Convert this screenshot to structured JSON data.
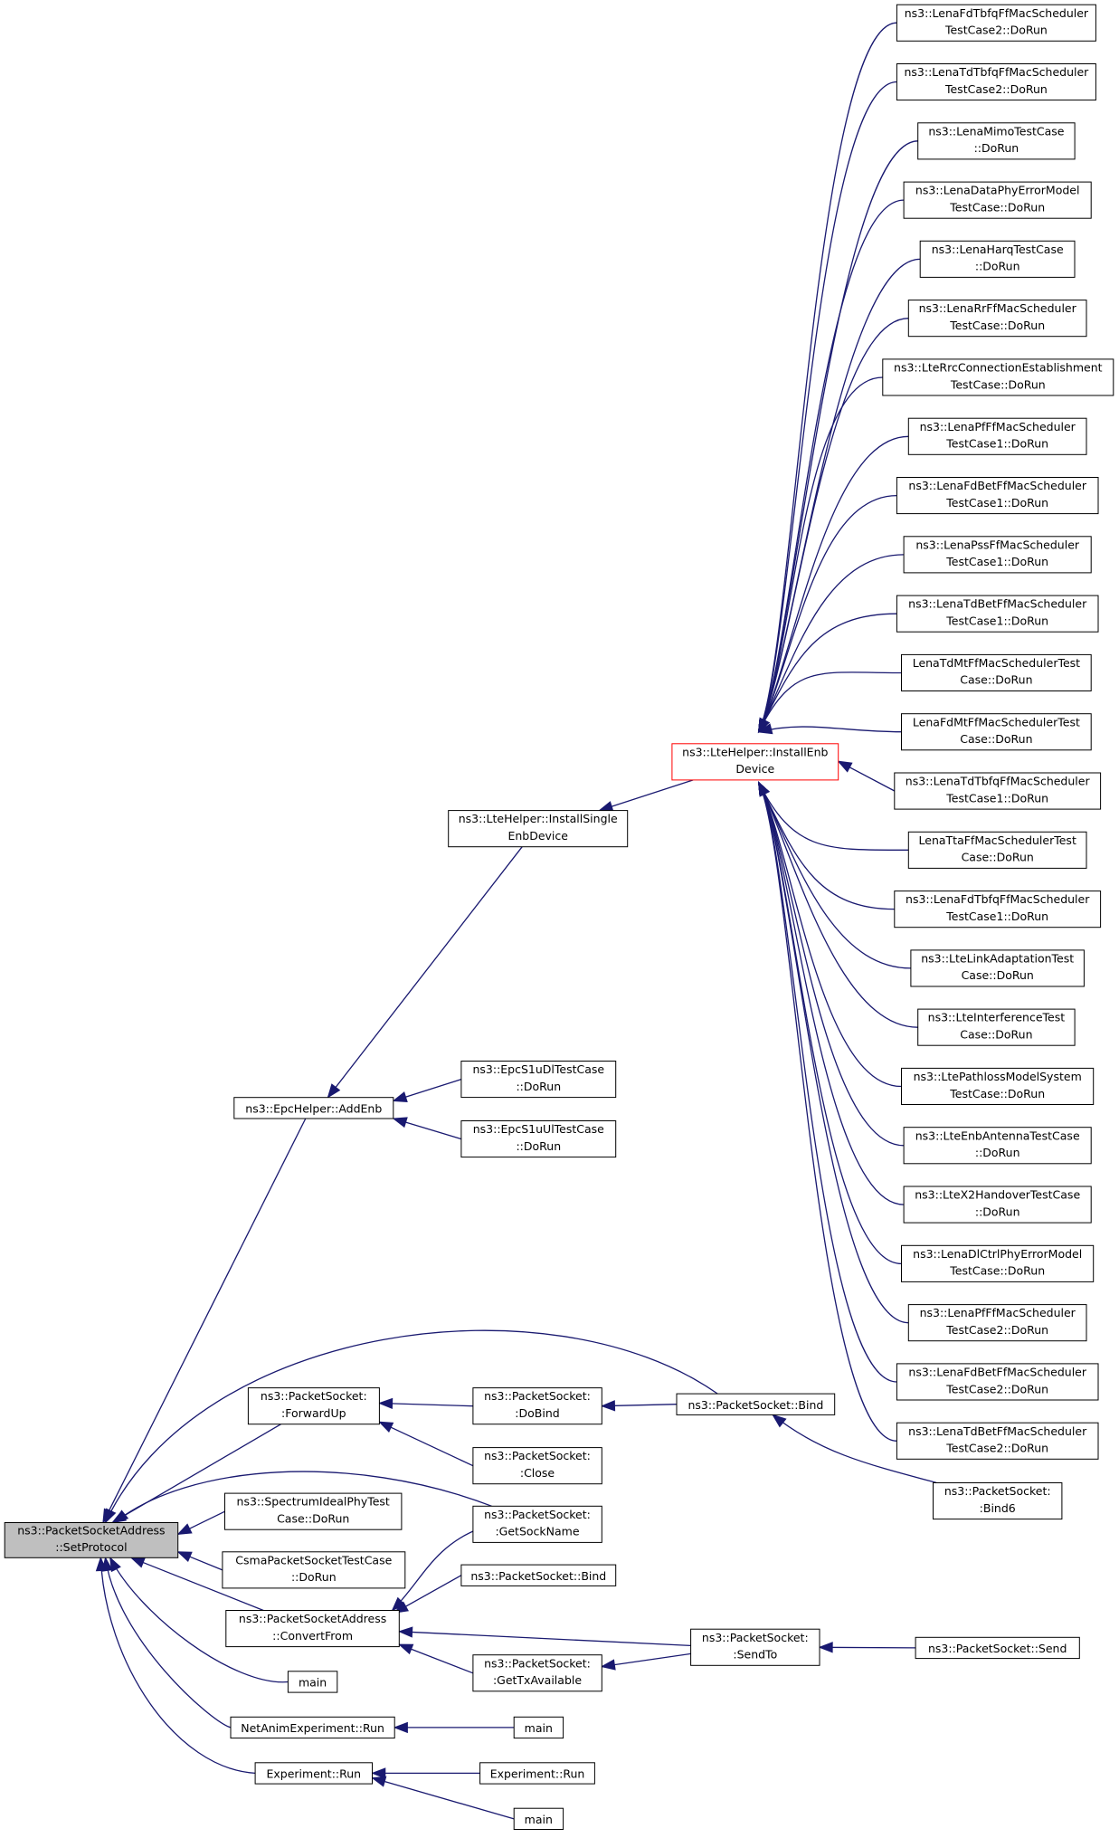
{
  "nodes": {
    "root": [
      "ns3::PacketSocketAddress",
      "::SetProtocol"
    ],
    "epc_addenb": [
      "ns3::EpcHelper::AddEnb"
    ],
    "install_single": [
      "ns3::LteHelper::InstallSingle",
      "EnbDevice"
    ],
    "install_enb": [
      "ns3::LteHelper::InstallEnb",
      "Device"
    ],
    "epc_dl": [
      "ns3::EpcS1uDlTestCase",
      "::DoRun"
    ],
    "epc_ul": [
      "ns3::EpcS1uUlTestCase",
      "::DoRun"
    ],
    "t1": [
      "ns3::LenaFdTbfqFfMacScheduler",
      "TestCase2::DoRun"
    ],
    "t2": [
      "ns3::LenaTdTbfqFfMacScheduler",
      "TestCase2::DoRun"
    ],
    "t3": [
      "ns3::LenaMimoTestCase",
      "::DoRun"
    ],
    "t4": [
      "ns3::LenaDataPhyErrorModel",
      "TestCase::DoRun"
    ],
    "t5": [
      "ns3::LenaHarqTestCase",
      "::DoRun"
    ],
    "t6": [
      "ns3::LenaRrFfMacScheduler",
      "TestCase::DoRun"
    ],
    "t7": [
      "ns3::LteRrcConnectionEstablishment",
      "TestCase::DoRun"
    ],
    "t8": [
      "ns3::LenaPfFfMacScheduler",
      "TestCase1::DoRun"
    ],
    "t9": [
      "ns3::LenaFdBetFfMacScheduler",
      "TestCase1::DoRun"
    ],
    "t10": [
      "ns3::LenaPssFfMacScheduler",
      "TestCase1::DoRun"
    ],
    "t11": [
      "ns3::LenaTdBetFfMacScheduler",
      "TestCase1::DoRun"
    ],
    "t12": [
      "LenaTdMtFfMacSchedulerTest",
      "Case::DoRun"
    ],
    "t13": [
      "LenaFdMtFfMacSchedulerTest",
      "Case::DoRun"
    ],
    "t14": [
      "ns3::LenaTdTbfqFfMacScheduler",
      "TestCase1::DoRun"
    ],
    "t15": [
      "LenaTtaFfMacSchedulerTest",
      "Case::DoRun"
    ],
    "t16": [
      "ns3::LenaFdTbfqFfMacScheduler",
      "TestCase1::DoRun"
    ],
    "t17": [
      "ns3::LteLinkAdaptationTest",
      "Case::DoRun"
    ],
    "t18": [
      "ns3::LteInterferenceTest",
      "Case::DoRun"
    ],
    "t19": [
      "ns3::LtePathlossModelSystem",
      "TestCase::DoRun"
    ],
    "t20": [
      "ns3::LteEnbAntennaTestCase",
      "::DoRun"
    ],
    "t21": [
      "ns3::LteX2HandoverTestCase",
      "::DoRun"
    ],
    "t22": [
      "ns3::LenaDlCtrlPhyErrorModel",
      "TestCase::DoRun"
    ],
    "t23": [
      "ns3::LenaPfFfMacScheduler",
      "TestCase2::DoRun"
    ],
    "t24": [
      "ns3::LenaFdBetFfMacScheduler",
      "TestCase2::DoRun"
    ],
    "t25": [
      "ns3::LenaTdBetFfMacScheduler",
      "TestCase2::DoRun"
    ],
    "fwdup": [
      "ns3::PacketSocket:",
      ":ForwardUp"
    ],
    "dobind": [
      "ns3::PacketSocket:",
      ":DoBind"
    ],
    "psbind": [
      "ns3::PacketSocket::Bind"
    ],
    "close": [
      "ns3::PacketSocket:",
      ":Close"
    ],
    "bind6": [
      "ns3::PacketSocket:",
      ":Bind6"
    ],
    "spectrum": [
      "ns3::SpectrumIdealPhyTest",
      "Case::DoRun"
    ],
    "getsock": [
      "ns3::PacketSocket:",
      ":GetSockName"
    ],
    "csma": [
      "CsmaPacketSocketTestCase",
      "::DoRun"
    ],
    "psbind2": [
      "ns3::PacketSocket::Bind"
    ],
    "convfrom": [
      "ns3::PacketSocketAddress",
      "::ConvertFrom"
    ],
    "sendto": [
      "ns3::PacketSocket:",
      ":SendTo"
    ],
    "send": [
      "ns3::PacketSocket::Send"
    ],
    "gettx": [
      "ns3::PacketSocket:",
      ":GetTxAvailable"
    ],
    "main1": [
      "main"
    ],
    "netanim": [
      "NetAnimExperiment::Run"
    ],
    "main2": [
      "main"
    ],
    "exprun": [
      "Experiment::Run"
    ],
    "exprun2": [
      "Experiment::Run"
    ],
    "main3": [
      "main"
    ]
  }
}
